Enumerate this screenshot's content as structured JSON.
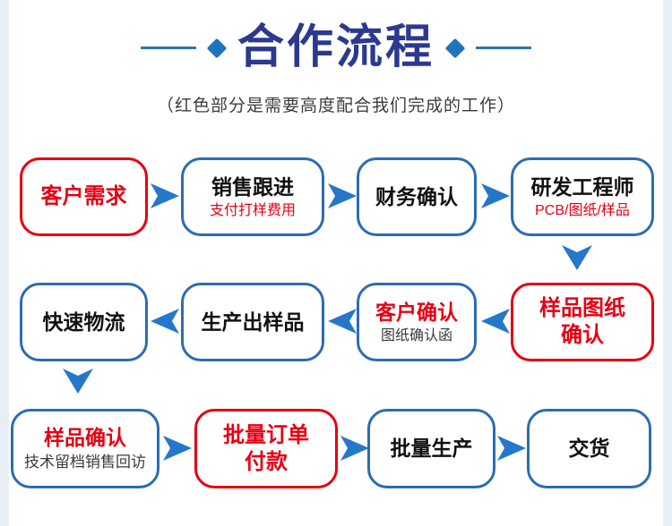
{
  "header": {
    "title": "合作流程",
    "subtitle": "（红色部分是需要高度配合我们完成的工作）"
  },
  "colors": {
    "title_navy": "#2b3990",
    "decor_blue": "#2173be",
    "box_border_blue": "#2b6cb5",
    "box_border_red": "#e60012",
    "arrow_blue": "#2577c9",
    "red_text": "#e60012",
    "black_text": "#111111",
    "gray_text": "#3a3a3a",
    "edge_strip": "#e9edf5"
  },
  "boxes": {
    "customer_demand": {
      "title": "客户需求"
    },
    "sales_follow_up": {
      "title": "销售跟进",
      "sub": "支付打样费用"
    },
    "finance_confirm": {
      "title": "财务确认"
    },
    "rd_engineer": {
      "title": "研发工程师",
      "sub": "PCB/图纸/样品"
    },
    "fast_logistics": {
      "title": "快速物流"
    },
    "produce_sample": {
      "title": "生产出样品"
    },
    "customer_confirm": {
      "title": "客户确认",
      "sub": "图纸确认函"
    },
    "sample_drawing_confirm": {
      "line1": "样品图纸",
      "line2": "确认"
    },
    "sample_confirm": {
      "title": "样品确认",
      "sub": "技术留档销售回访"
    },
    "bulk_order_payment": {
      "line1": "批量订单",
      "line2": "付款"
    },
    "mass_production": {
      "title": "批量生产"
    },
    "delivery": {
      "title": "交货"
    }
  }
}
